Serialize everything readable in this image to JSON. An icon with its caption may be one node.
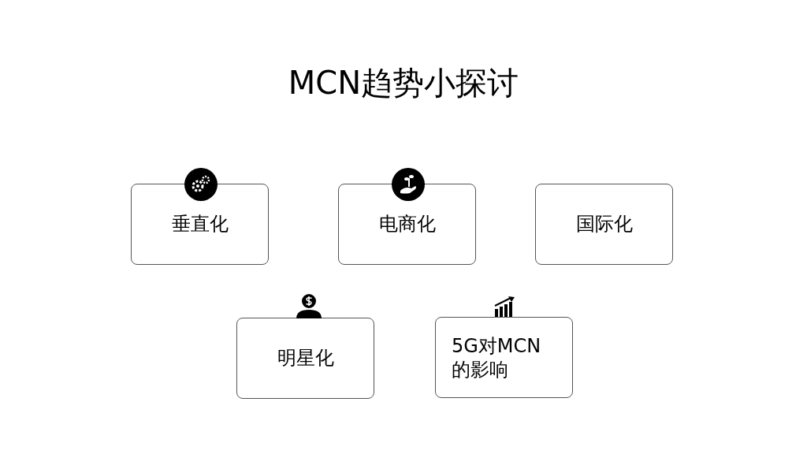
{
  "diagram": {
    "title": "MCN趋势小探讨",
    "nodes": [
      {
        "text": [
          "垂直化"
        ]
      },
      {
        "text": [
          "电商化"
        ]
      },
      {
        "text": [
          "国际化"
        ]
      },
      {
        "text": [
          "明星化"
        ]
      },
      {
        "text": [
          "5G对MCN的影响"
        ]
      }
    ]
  }
}
